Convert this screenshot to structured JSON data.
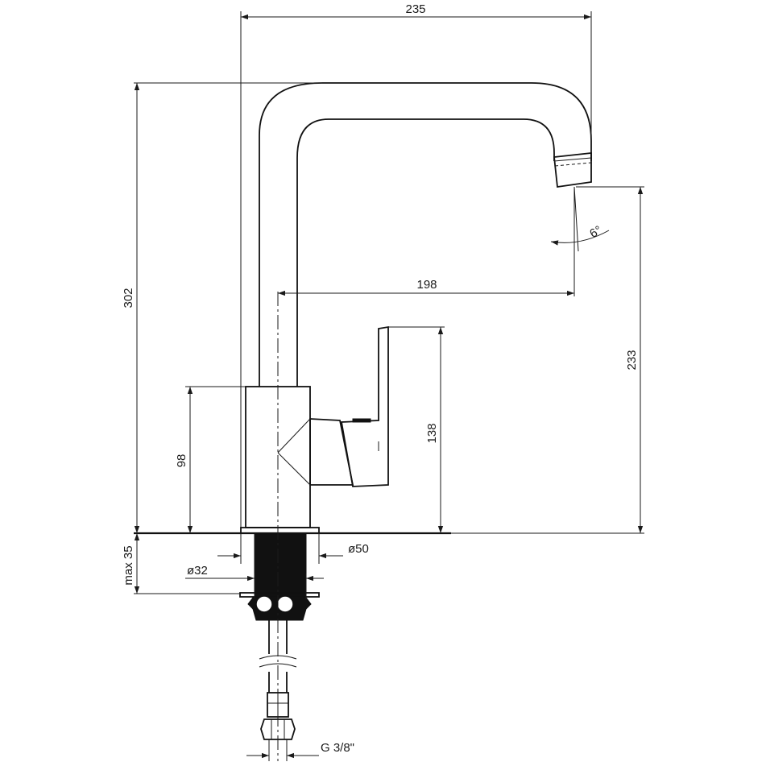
{
  "dimensions": {
    "overall_width": "235",
    "overall_height": "302",
    "spout_reach": "198",
    "spout_height": "233",
    "lever_height": "138",
    "body_height": "98",
    "max_deck_thickness": "max 35",
    "base_diameter": "ø50",
    "shank_diameter": "ø32",
    "connection_thread": "G 3/8\"",
    "spout_angle": "6°"
  },
  "colors": {
    "line": "#1a1a1a",
    "thread_fill": "#111111",
    "background": "#ffffff"
  }
}
